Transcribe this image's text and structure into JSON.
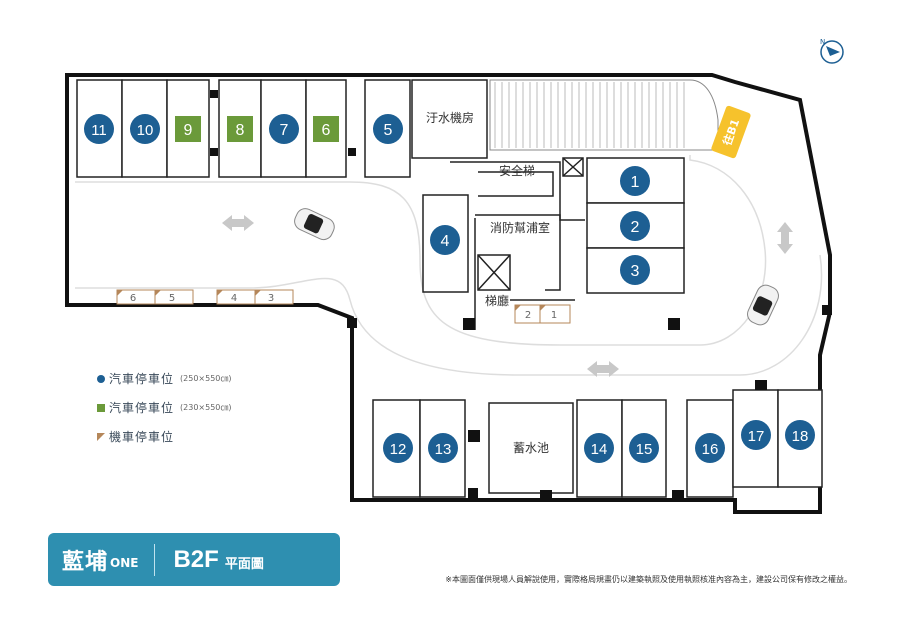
{
  "plan": {
    "rooms": {
      "sewage": "汙水機房",
      "stair": "安全梯",
      "pump": "消防幫浦室",
      "elevator": "梯廳",
      "tank": "蓄水池"
    },
    "ramp_label": "往B1",
    "car_spaces": [
      {
        "no": "11",
        "type": "car-large"
      },
      {
        "no": "10",
        "type": "car-large"
      },
      {
        "no": "9",
        "type": "car-small"
      },
      {
        "no": "8",
        "type": "car-small"
      },
      {
        "no": "7",
        "type": "car-large"
      },
      {
        "no": "6",
        "type": "car-small"
      },
      {
        "no": "5",
        "type": "car-large"
      },
      {
        "no": "4",
        "type": "car-large"
      },
      {
        "no": "1",
        "type": "car-large"
      },
      {
        "no": "2",
        "type": "car-large"
      },
      {
        "no": "3",
        "type": "car-large"
      },
      {
        "no": "12",
        "type": "car-large"
      },
      {
        "no": "13",
        "type": "car-large"
      },
      {
        "no": "14",
        "type": "car-large"
      },
      {
        "no": "15",
        "type": "car-large"
      },
      {
        "no": "16",
        "type": "car-large"
      },
      {
        "no": "17",
        "type": "car-large"
      },
      {
        "no": "18",
        "type": "car-large"
      }
    ],
    "moto_spaces": [
      "6",
      "5",
      "4",
      "3",
      "2",
      "1"
    ],
    "compass": "N"
  },
  "legend": [
    {
      "label": "汽車停車位",
      "size": "(250×550㎝)",
      "marker": "dot"
    },
    {
      "label": "汽車停車位",
      "size": "(230×550㎝)",
      "marker": "square"
    },
    {
      "label": "機車停車位",
      "size": "",
      "marker": "triangle"
    }
  ],
  "title": {
    "brand": "藍埔",
    "brand_sub": "ONE",
    "floor": "B2F",
    "floor_sub": "平面圖"
  },
  "note": "※本圖面僅供現場人員解說使用，實際格局規畫仍以建築執照及使用執照核准內容為主，建設公司保有修改之權益。",
  "colors": {
    "car_large": "#1d5f93",
    "car_small": "#6b9a3a",
    "moto": "#b5875a",
    "title_bg": "#2e8fb0"
  }
}
